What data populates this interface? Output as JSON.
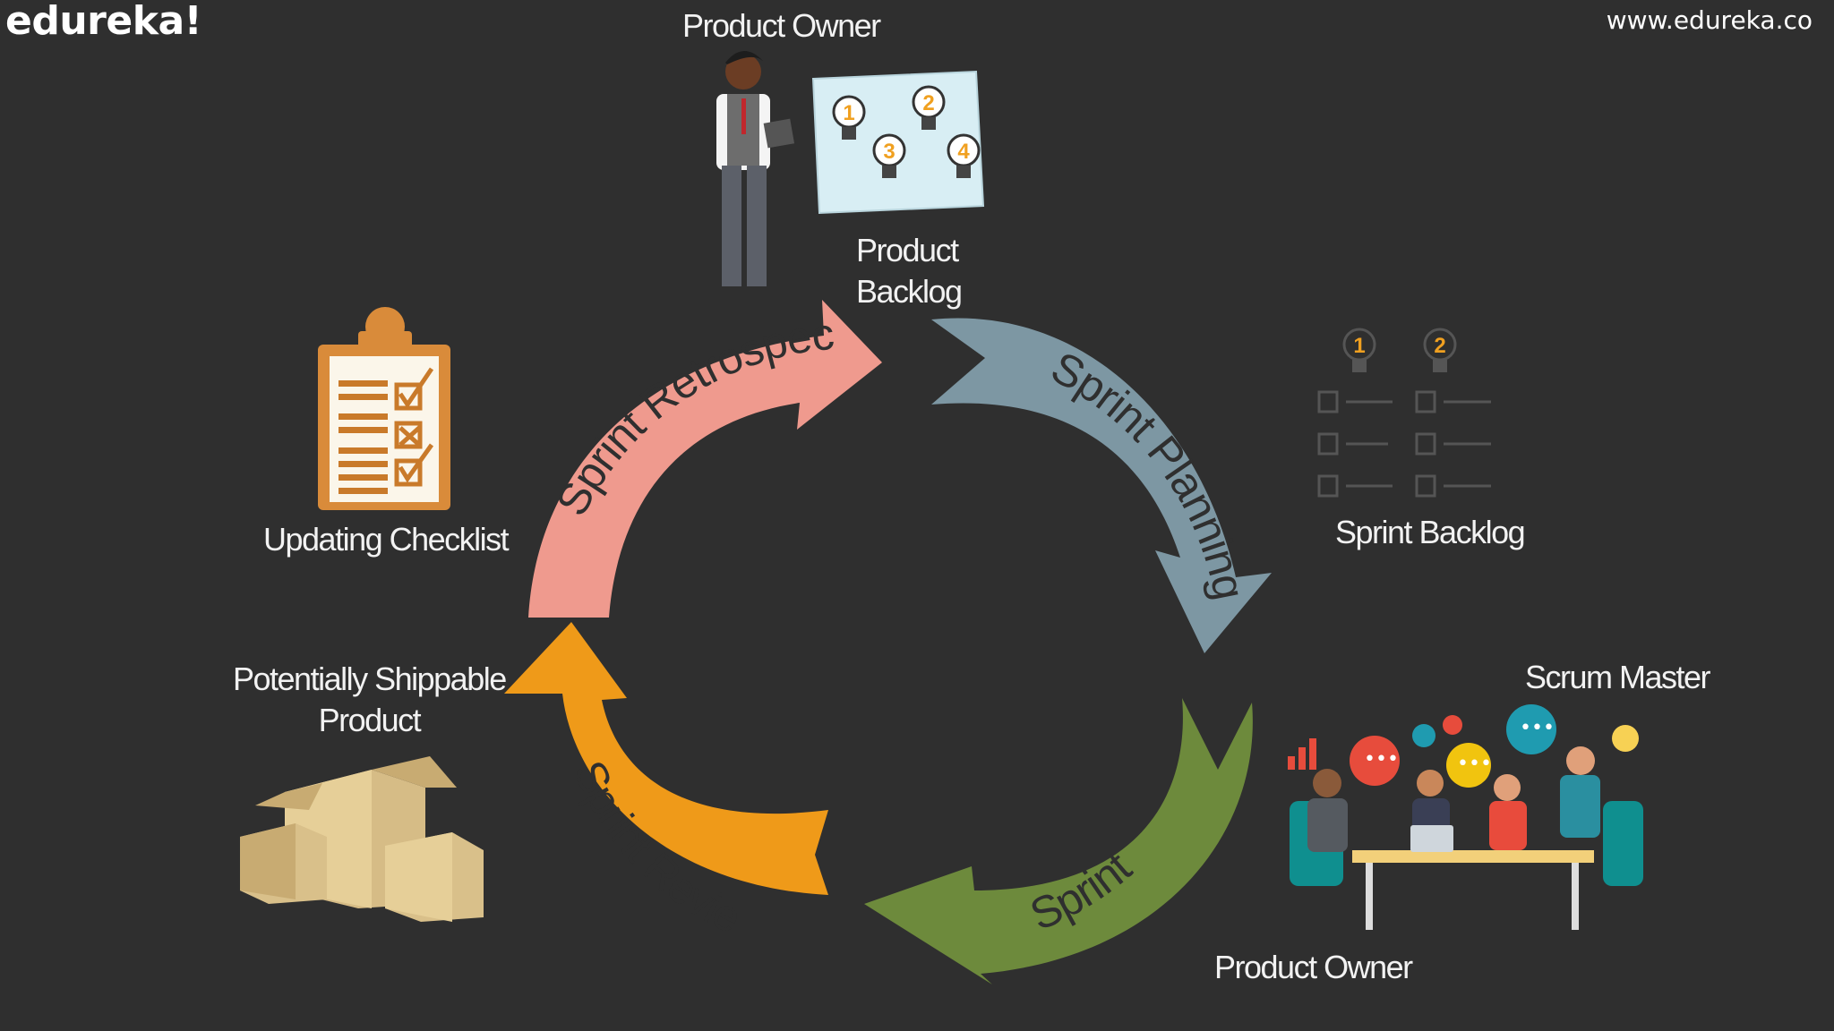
{
  "header": {
    "brand": "edureka!",
    "url": "www.edureka.co"
  },
  "cycle": {
    "sprint_planning": "Sprint Planning",
    "sprint": "Sprint",
    "sprint_review": "Sprint Review",
    "sprint_retrospective": "Sprint Retrospective"
  },
  "labels": {
    "product_owner_top": "Product Owner",
    "product_backlog_line1": "Product",
    "product_backlog_line2": "Backlog",
    "sprint_backlog": "Sprint Backlog",
    "scrum_master": "Scrum Master",
    "product_owner_bottom": "Product Owner",
    "shippable_line1": "Potentially Shippable",
    "shippable_line2": "Product",
    "updating_checklist": "Updating Checklist"
  },
  "backlog_items": [
    "1",
    "2",
    "3",
    "4"
  ],
  "sprint_backlog_items": [
    "1",
    "2"
  ],
  "colors": {
    "background": "#2f2f2f",
    "sprint_planning": "#7d97a3",
    "sprint": "#6d8a3c",
    "sprint_review": "#ef9a19",
    "sprint_retrospective": "#ef9a8e"
  }
}
